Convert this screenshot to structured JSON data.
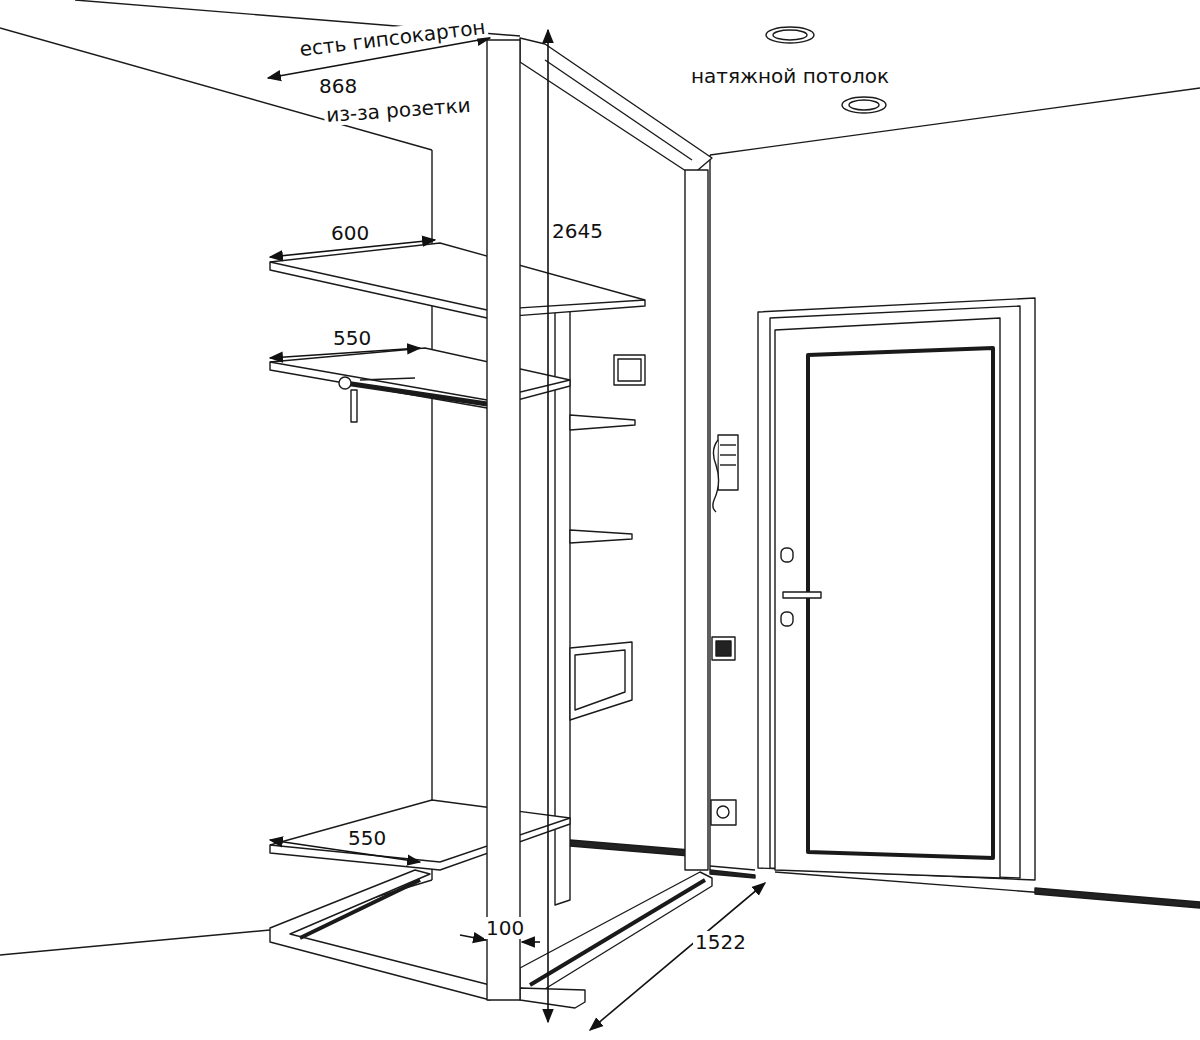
{
  "diagram": {
    "labels": [
      "есть гипсокартон",
      "868",
      "из-за розетки",
      "натяжной потолок",
      "600",
      "550",
      "2645",
      "550",
      "100",
      "1522"
    ]
  }
}
